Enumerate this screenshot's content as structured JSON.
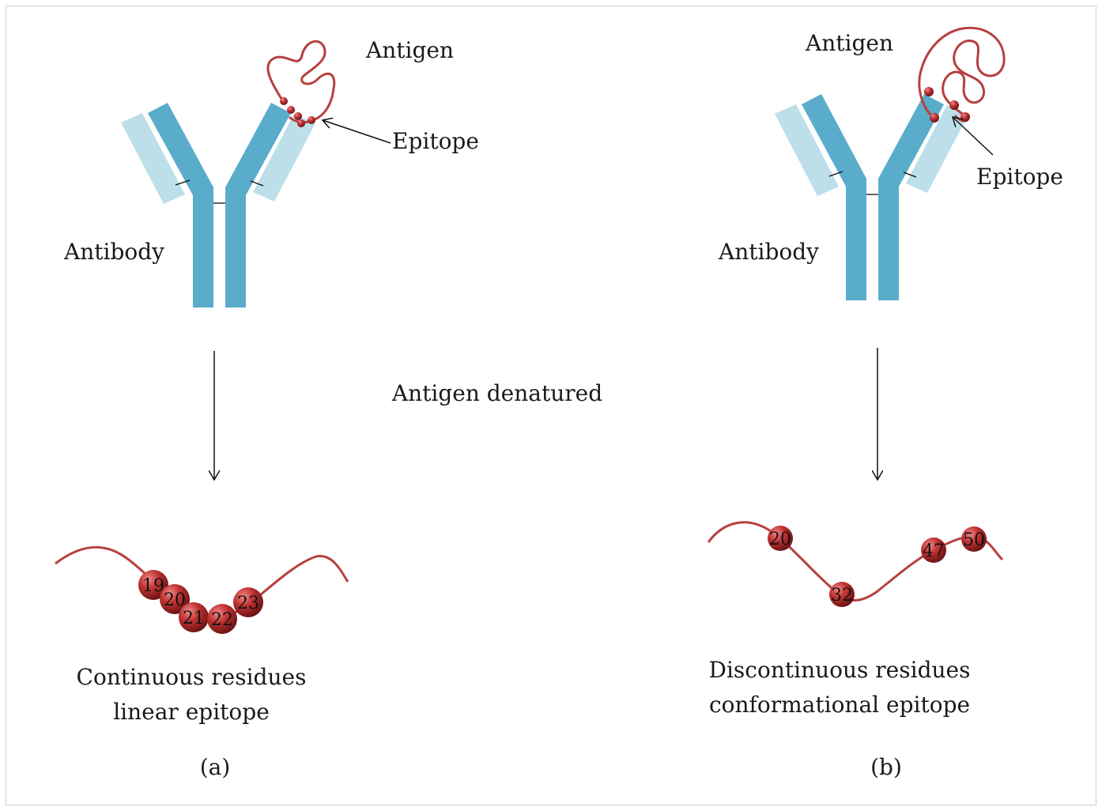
{
  "colors": {
    "heavy_chain": "#5aaccb",
    "light_chain": "#bcdfe9",
    "antigen": "#b6403f",
    "arrow": "#111111"
  },
  "panel_a": {
    "antigen_label": "Antigen",
    "epitope_label": "Epitope",
    "antibody_label": "Antibody",
    "caption_line1": "Continuous residues",
    "caption_line2": "linear epitope",
    "panel_label": "(a)",
    "residues": [
      "19",
      "20",
      "21",
      "22",
      "23"
    ]
  },
  "panel_b": {
    "antigen_label": "Antigen",
    "epitope_label": "Epitope",
    "antibody_label": "Antibody",
    "caption_line1": "Discontinuous residues",
    "caption_line2": "conformational epitope",
    "panel_label": "(b)",
    "residues": [
      "20",
      "32",
      "47",
      "50"
    ]
  },
  "center_label": "Antigen denatured"
}
